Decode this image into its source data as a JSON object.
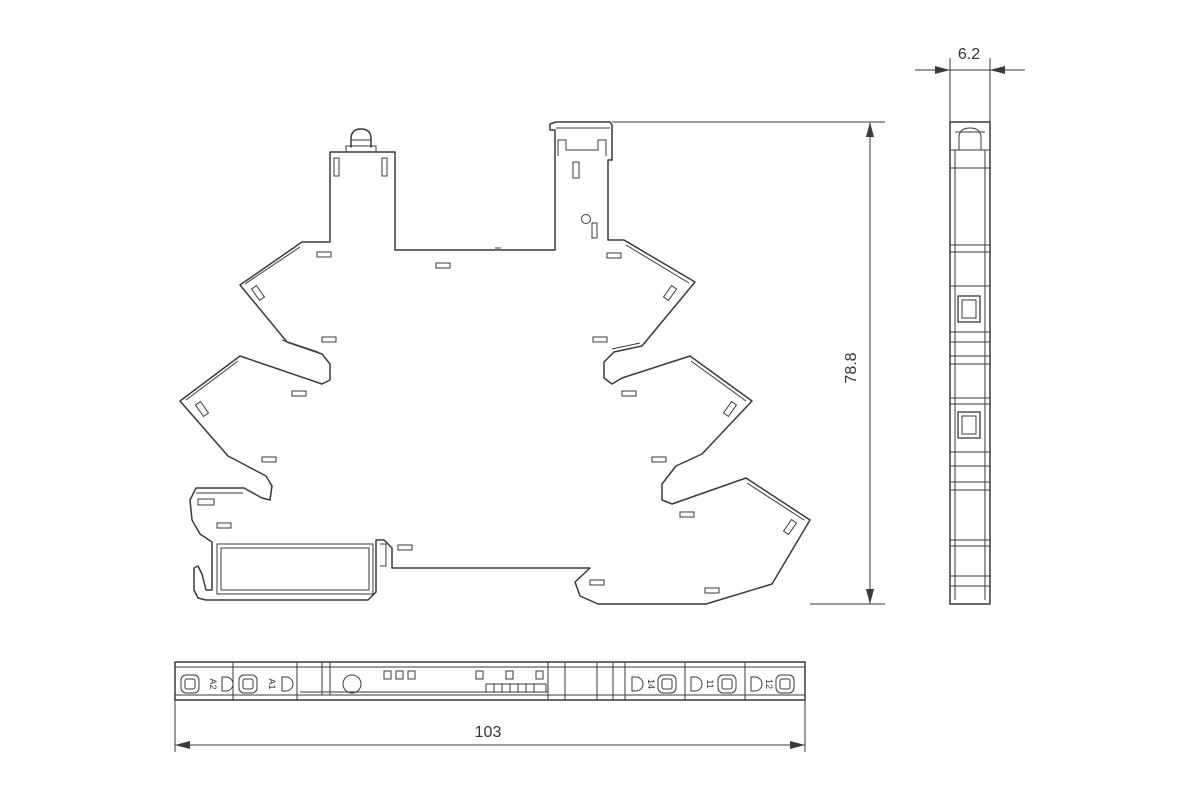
{
  "drawing": {
    "dimensions": {
      "width": "6.2",
      "height": "78.8",
      "length": "103"
    },
    "terminal_labels": [
      "A2",
      "A1",
      "14",
      "11",
      "12"
    ]
  },
  "colors": {
    "line": "#3a3a3a",
    "background": "#ffffff"
  }
}
